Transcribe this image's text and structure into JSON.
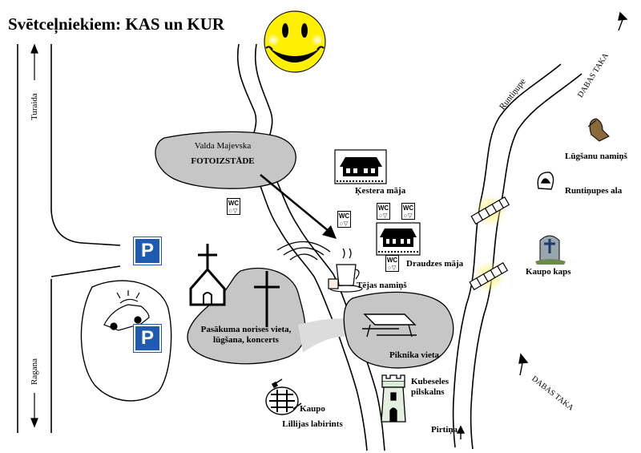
{
  "title": "Svētceļniekiem: KAS un KUR",
  "roads": {
    "left_top": "Turaida",
    "left_bottom": "Ragana",
    "stream": "Runtiņupe",
    "trail_top": "DABAS TAKA",
    "trail_bottom": "DABAS TAKA",
    "bottom_place": "Pirtiņa"
  },
  "places": {
    "photo_line1": "Valda Majevska",
    "photo_line2": "FOTOIZSTĀDE",
    "kestera": "Ķestera māja",
    "draudzes": "Draudzes māja",
    "tejas": "Tējas namiņš",
    "event_line1": "Pasākuma norises vieta,",
    "event_line2": "lūgšana, koncerts",
    "picnic": "Piknika vieta",
    "hill_line1": "Kubeseles",
    "hill_line2": "pilskalns",
    "labyrinth_line1": "Kaupo",
    "labyrinth_line2": "Lillijas labirints",
    "prayer": "Lūgšanu namiņš",
    "cave": "Runtiņupes ala",
    "grave": "Kaupo kaps"
  },
  "wc": {
    "label": "WC",
    "symbols": "○▽"
  },
  "parking": {
    "label": "P"
  },
  "icons": [
    "smiley-icon",
    "church-icon",
    "cross-icon",
    "car-icon",
    "house-icon",
    "teacup-icon",
    "picnic-table-icon",
    "tower-icon",
    "labyrinth-icon",
    "praying-hands-icon",
    "cave-icon",
    "gravestone-icon",
    "bridge-icon",
    "arrow-icon"
  ],
  "colors": {
    "area": "#c6c6c6",
    "area_dark": "#b3b3b3",
    "parking": "#1f5bb3",
    "smiley": "#ffef00",
    "bridge_glow": "#fff27a"
  }
}
